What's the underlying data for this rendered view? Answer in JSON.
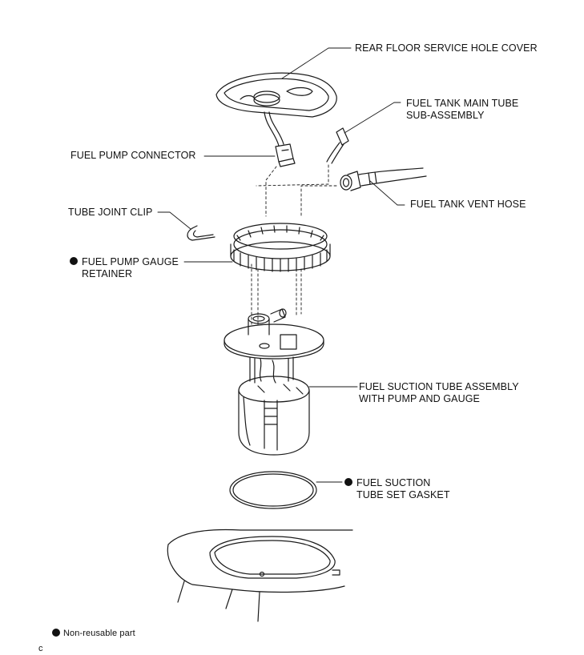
{
  "labels": {
    "rear_floor_service_hole_cover": "REAR FLOOR SERVICE HOLE COVER",
    "fuel_tank_main_tube": "FUEL TANK MAIN TUBE\nSUB-ASSEMBLY",
    "fuel_pump_connector": "FUEL PUMP CONNECTOR",
    "fuel_tank_vent_hose": "FUEL TANK VENT HOSE",
    "tube_joint_clip": "TUBE JOINT CLIP",
    "fuel_pump_gauge_retainer": "FUEL PUMP GAUGE\nRETAINER",
    "fuel_suction_tube_assembly": "FUEL SUCTION TUBE ASSEMBLY\nWITH PUMP AND GAUGE",
    "fuel_suction_tube_set_gasket": "FUEL SUCTION\nTUBE SET GASKET"
  },
  "legend": {
    "non_reusable": "Non-reusable part"
  },
  "corner_code": "c",
  "colors": {
    "line": "#1a1a1a",
    "text": "#111111"
  }
}
